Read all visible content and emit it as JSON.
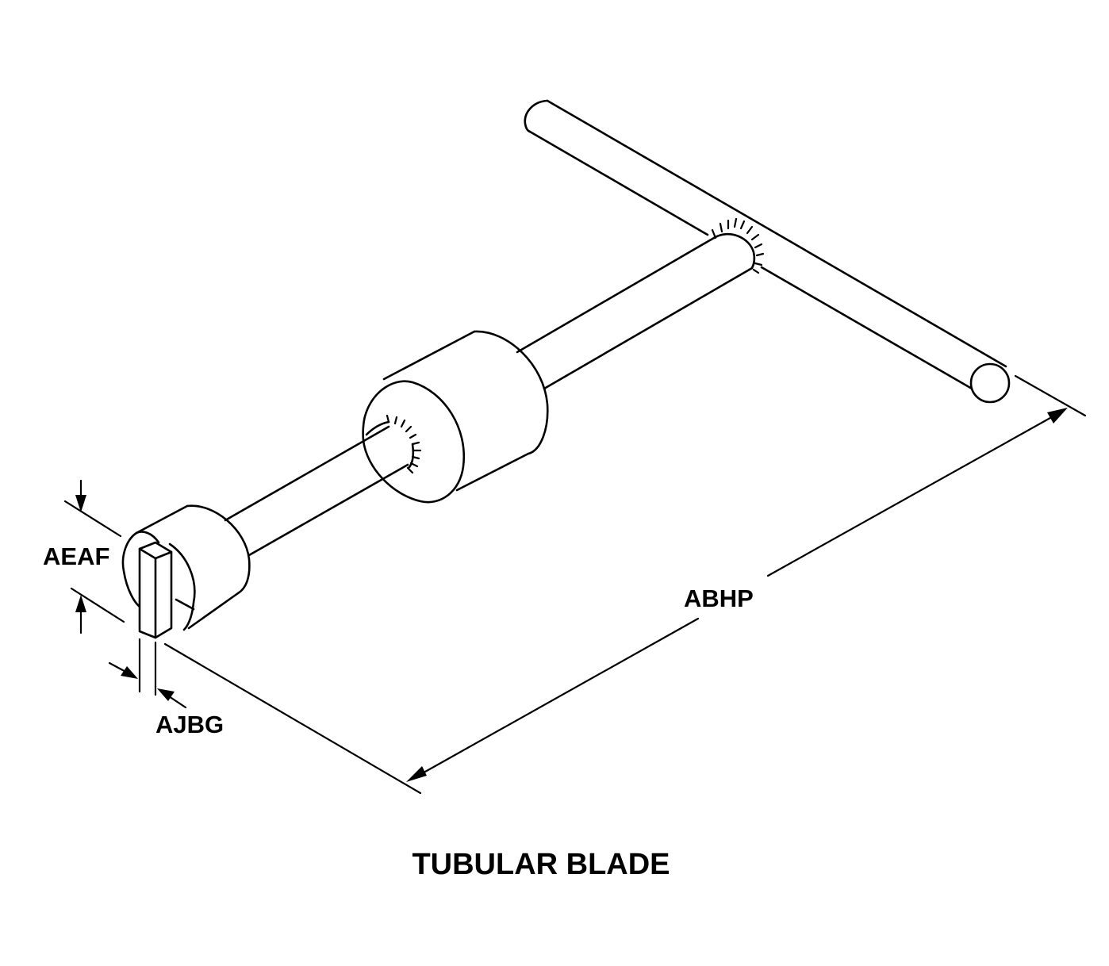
{
  "title": "TUBULAR BLADE",
  "dimensions": {
    "overall_length": "ABHP",
    "blade_height": "AEAF",
    "blade_thickness": "AJBG"
  },
  "colors": {
    "line": "#000000",
    "background": "#ffffff"
  }
}
